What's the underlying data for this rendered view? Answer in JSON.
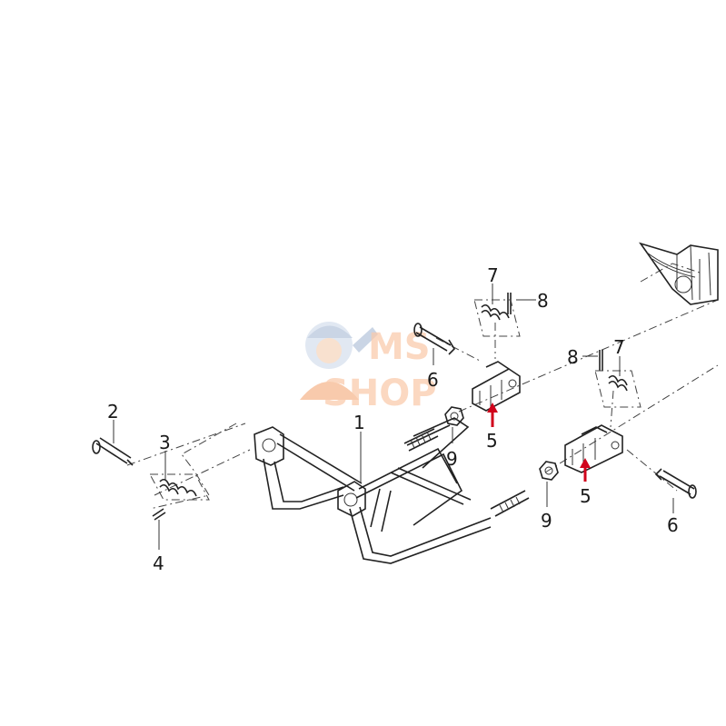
{
  "diagram": {
    "callouts": [
      {
        "id": "1",
        "label": "1"
      },
      {
        "id": "2",
        "label": "2"
      },
      {
        "id": "3",
        "label": "3"
      },
      {
        "id": "4",
        "label": "4"
      },
      {
        "id": "5a",
        "label": "5"
      },
      {
        "id": "5b",
        "label": "5"
      },
      {
        "id": "6a",
        "label": "6"
      },
      {
        "id": "6b",
        "label": "6"
      },
      {
        "id": "7a",
        "label": "7"
      },
      {
        "id": "7b",
        "label": "7"
      },
      {
        "id": "8a",
        "label": "8"
      },
      {
        "id": "8b",
        "label": "8"
      },
      {
        "id": "9a",
        "label": "9"
      },
      {
        "id": "9b",
        "label": "9"
      }
    ],
    "highlight_color": "#d0021b",
    "line_color": "#222222"
  },
  "watermark": {
    "line1": "MS",
    "line2": "SHOP",
    "color": "#f4a06a",
    "icon": "mechanic-mascot-icon"
  }
}
